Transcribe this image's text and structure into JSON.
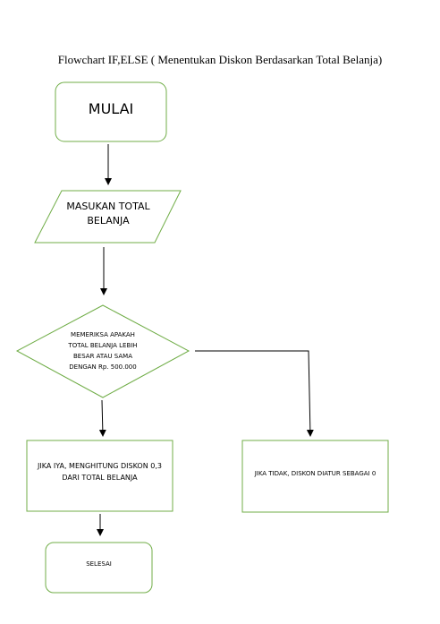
{
  "diagram": {
    "title": "Flowchart IF,ELSE ( Menentukan Diskon Berdasarkan Total Belanja)",
    "colors": {
      "shape_border": "#70ad47",
      "arrow": "#000000",
      "text": "#000000",
      "background": "#ffffff"
    },
    "nodes": {
      "start": {
        "shape": "rounded-rectangle",
        "text": "MULAI"
      },
      "input": {
        "shape": "parallelogram",
        "text": "MASUKAN TOTAL BELANJA"
      },
      "decision": {
        "shape": "diamond",
        "text": "MEMERIKSA APAKAH TOTAL BELANJA LEBIH BESAR ATAU SAMA DENGAN Rp. 500.000"
      },
      "yes_branch": {
        "shape": "rectangle",
        "text": "JIKA IYA, MENGHITUNG DISKON 0,3 DARI TOTAL BELANJA"
      },
      "no_branch": {
        "shape": "rectangle",
        "text": "JIKA TIDAK, DISKON DIATUR SEBAGAI 0"
      },
      "end": {
        "shape": "rounded-rectangle",
        "text": "SELESAI"
      }
    },
    "edges": [
      {
        "from": "start",
        "to": "input"
      },
      {
        "from": "input",
        "to": "decision"
      },
      {
        "from": "decision",
        "to": "yes_branch"
      },
      {
        "from": "decision",
        "to": "no_branch"
      },
      {
        "from": "yes_branch",
        "to": "end"
      }
    ]
  }
}
